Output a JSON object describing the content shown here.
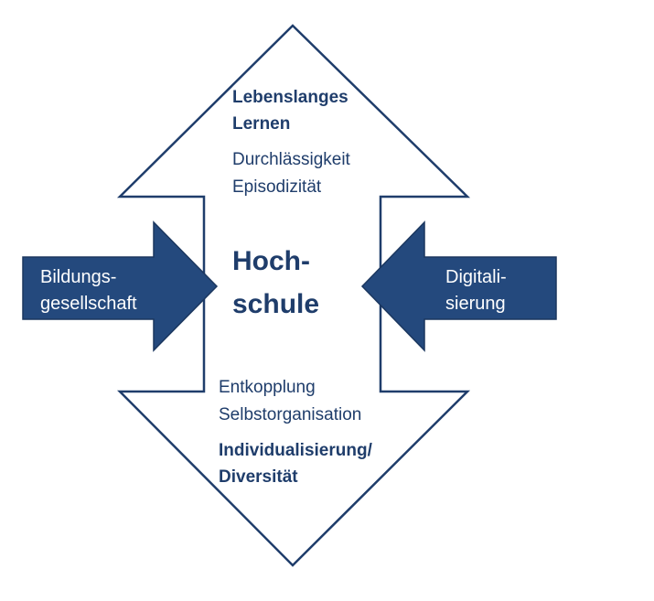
{
  "colors": {
    "outline": "#1f3d6b",
    "fill_dark": "#24497d",
    "text_dark": "#1f3d6b",
    "text_light": "#ffffff"
  },
  "center": {
    "line1": "Hoch-",
    "line2": "schule"
  },
  "top": {
    "bold_line1": "Lebenslanges",
    "bold_line2": "Lernen",
    "line1": "Durchlässigkeit",
    "line2": "Episodizität"
  },
  "bottom": {
    "line1": "Entkopplung",
    "line2": "Selbstorganisation",
    "bold_line1": "Individualisierung/",
    "bold_line2": "Diversität"
  },
  "left_arrow": {
    "line1": "Bildungs-",
    "line2": "gesellschaft"
  },
  "right_arrow": {
    "line1": "Digitali-",
    "line2": "sierung"
  }
}
